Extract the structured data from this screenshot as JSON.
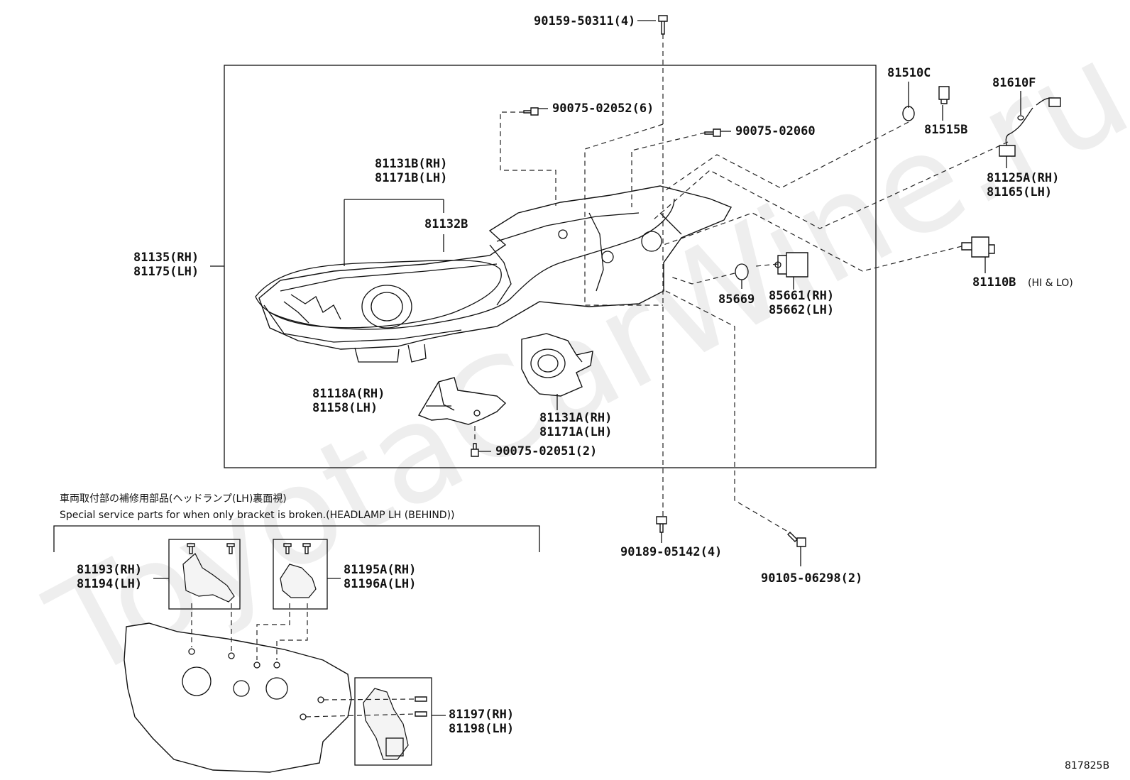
{
  "watermark": "ToyotaCarWine.ru",
  "diagram_code": "817825B",
  "callouts": {
    "c90159": "90159-50311(4)",
    "c90075_6": "90075-02052(6)",
    "c90075_60": "90075-02060",
    "c81131b_rh": "81131B(RH)",
    "c81171b_lh": "81171B(LH)",
    "c81132b": "81132B",
    "c81135_rh": "81135(RH)",
    "c81175_lh": "81175(LH)",
    "c81510c": "81510C",
    "c81515b": "81515B",
    "c81610f": "81610F",
    "c81125a_rh": "81125A(RH)",
    "c81165_lh": "81165(LH)",
    "c81110b": "81110B",
    "c81110b_note": "(HI & LO)",
    "c85669": "85669",
    "c85661_rh": "85661(RH)",
    "c85662_lh": "85662(LH)",
    "c81118a_rh": "81118A(RH)",
    "c81158_lh": "81158(LH)",
    "c81131a_rh": "81131A(RH)",
    "c81171a_lh": "81171A(LH)",
    "c90075_2": "90075-02051(2)",
    "c90189": "90189-05142(4)",
    "c90105": "90105-06298(2)",
    "c81193_rh": "81193(RH)",
    "c81194_lh": "81194(LH)",
    "c81195a_rh": "81195A(RH)",
    "c81196a_lh": "81196A(LH)",
    "c81197_rh": "81197(RH)",
    "c81198_lh": "81198(LH)"
  },
  "service_note": {
    "jp": "車両取付部の補修用部品(ヘッドランプ(LH)裏面視)",
    "en": "Special service parts for when only bracket is broken.(HEADLAMP LH (BEHIND))"
  }
}
